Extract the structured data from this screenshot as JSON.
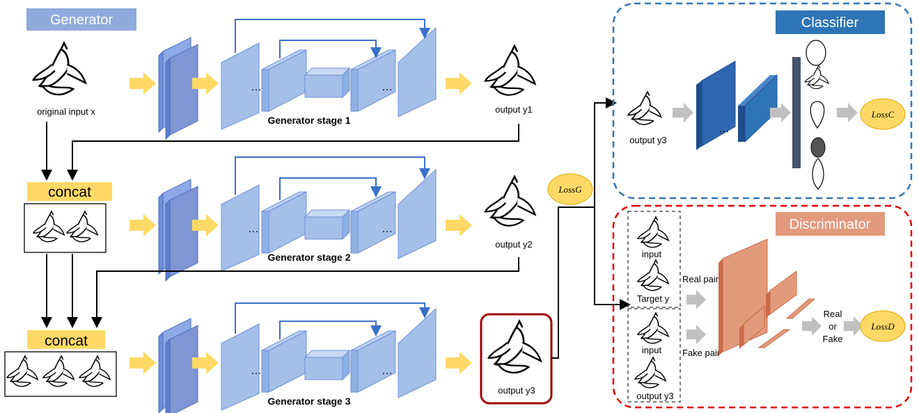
{
  "generator": {
    "title": "Generator",
    "input_label": "original input x",
    "stage_labels": [
      "Generator stage 1",
      "Generator stage 2",
      "Generator stage 3"
    ],
    "output_labels": [
      "output y1",
      "output y2",
      "output y3"
    ],
    "concat_label": "concat",
    "dots": "…"
  },
  "loss_g": "LossG",
  "classifier": {
    "title": "Classifier",
    "input_label": "output y3",
    "loss": "LossC"
  },
  "discriminator": {
    "title": "Discriminator",
    "input_label_1": "input",
    "target_label": "Target y",
    "input_label_2": "input",
    "output_label": "output y3",
    "real_pair": "Real pair",
    "fake_pair": "Fake pair",
    "real": "Real",
    "or": "or",
    "fake": "Fake",
    "loss": "LossD"
  },
  "colors": {
    "generator_header": "#8faadc",
    "classifier_header": "#2e75b6",
    "discriminator_header": "#e39a7c",
    "arrow_orange": "#ffd966",
    "classifier_border": "#2e75b6",
    "discriminator_border": "#e00000",
    "highlight_border": "#a00000",
    "loss_fill": "#ffd966"
  }
}
